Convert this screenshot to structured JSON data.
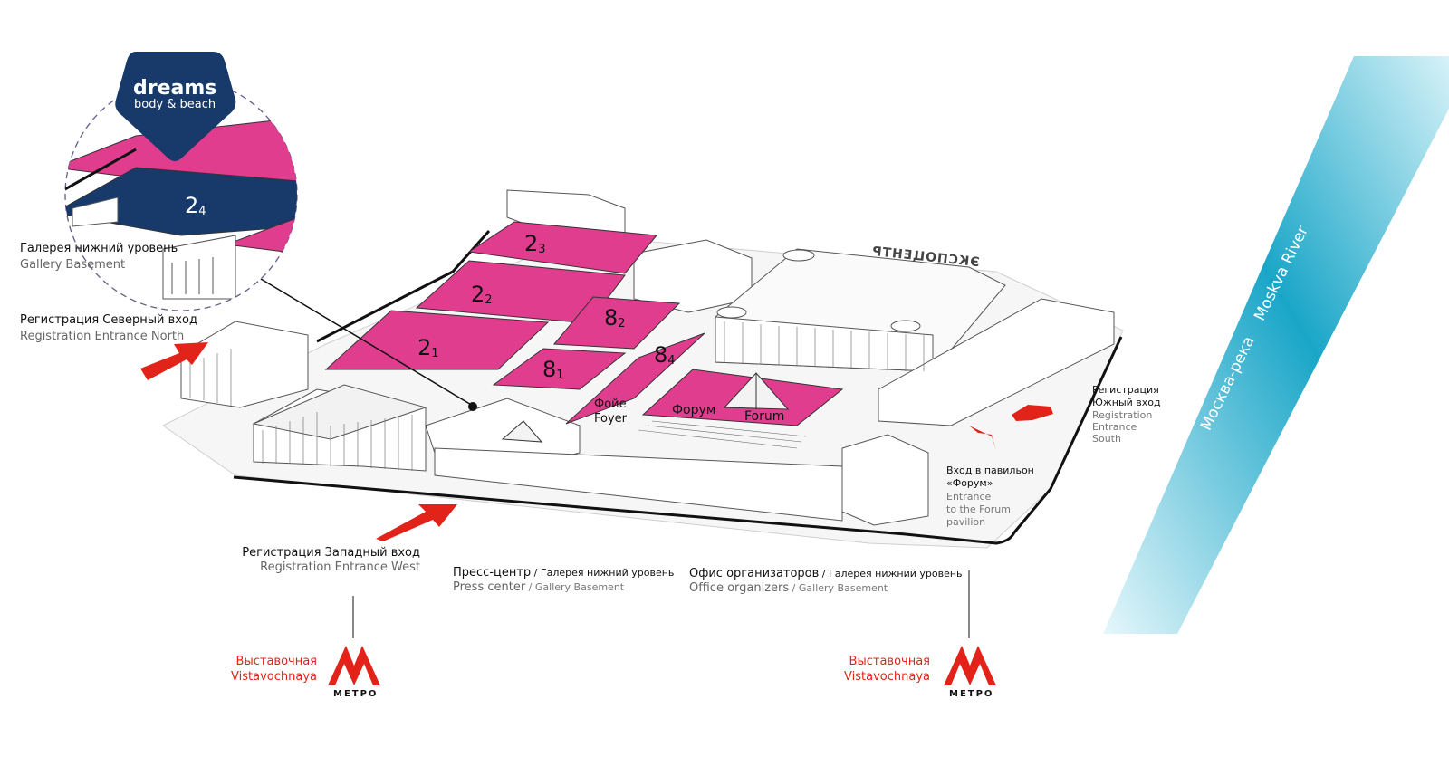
{
  "brand": {
    "name": "dreams",
    "tagline": "body & beach",
    "color": "#173a6b"
  },
  "colors": {
    "hall": "#e03d8f",
    "highlight": "#173a6b",
    "arrow": "#e2231a",
    "river_light": "#cfeff6",
    "river_dark": "#1aa6c8",
    "metro": "#e2231a"
  },
  "halls": [
    {
      "id": "2_1",
      "num": "2",
      "sub": "1"
    },
    {
      "id": "2_2",
      "num": "2",
      "sub": "2"
    },
    {
      "id": "2_3",
      "num": "2",
      "sub": "3"
    },
    {
      "id": "2_4",
      "num": "2",
      "sub": "4"
    },
    {
      "id": "8_1",
      "num": "8",
      "sub": "1"
    },
    {
      "id": "8_2",
      "num": "8",
      "sub": "2"
    },
    {
      "id": "8_4",
      "num": "8",
      "sub": "4"
    }
  ],
  "zones": {
    "foyer_ru": "Фойе",
    "foyer_en": "Foyer",
    "forum_ru": "Форум",
    "forum_en": "Forum"
  },
  "labels": {
    "gallery_ru": "Галерея нижний уровень",
    "gallery_en": "Gallery Basement",
    "north_ru": "Регистрация Северный вход",
    "north_en": "Registration Entrance North",
    "west_ru": "Регистрация Западный вход",
    "west_en": "Registration Entrance West",
    "south_ru_1": "Регистрация",
    "south_ru_2": "Южный вход",
    "south_en_1": "Registration",
    "south_en_2": "Entrance",
    "south_en_3": "South",
    "forum_entry_ru_1": "Вход в павильон",
    "forum_entry_ru_2": "«Форум»",
    "forum_entry_en_1": "Entrance",
    "forum_entry_en_2": "to the Forum",
    "forum_entry_en_3": "pavilion",
    "press_ru": "Пресс-центр",
    "press_ru_sub": " / Галерея нижний уровень",
    "press_en": "Press center",
    "press_en_sub": " / Gallery Basement",
    "office_ru": "Офис организаторов",
    "office_ru_sub": " / Галерея нижний уровень",
    "office_en": "Office organizers",
    "office_en_sub": " / Gallery Basement"
  },
  "building_sign": "ЭКСПОЦЕНТР",
  "river": {
    "ru": "Москва-река",
    "en": "Moskva River"
  },
  "metro": [
    {
      "ru": "Выставочная",
      "en": "Vistavochnaya",
      "caption": "МЕТРО"
    },
    {
      "ru": "Выставочная",
      "en": "Vistavochnaya",
      "caption": "МЕТРО"
    }
  ]
}
